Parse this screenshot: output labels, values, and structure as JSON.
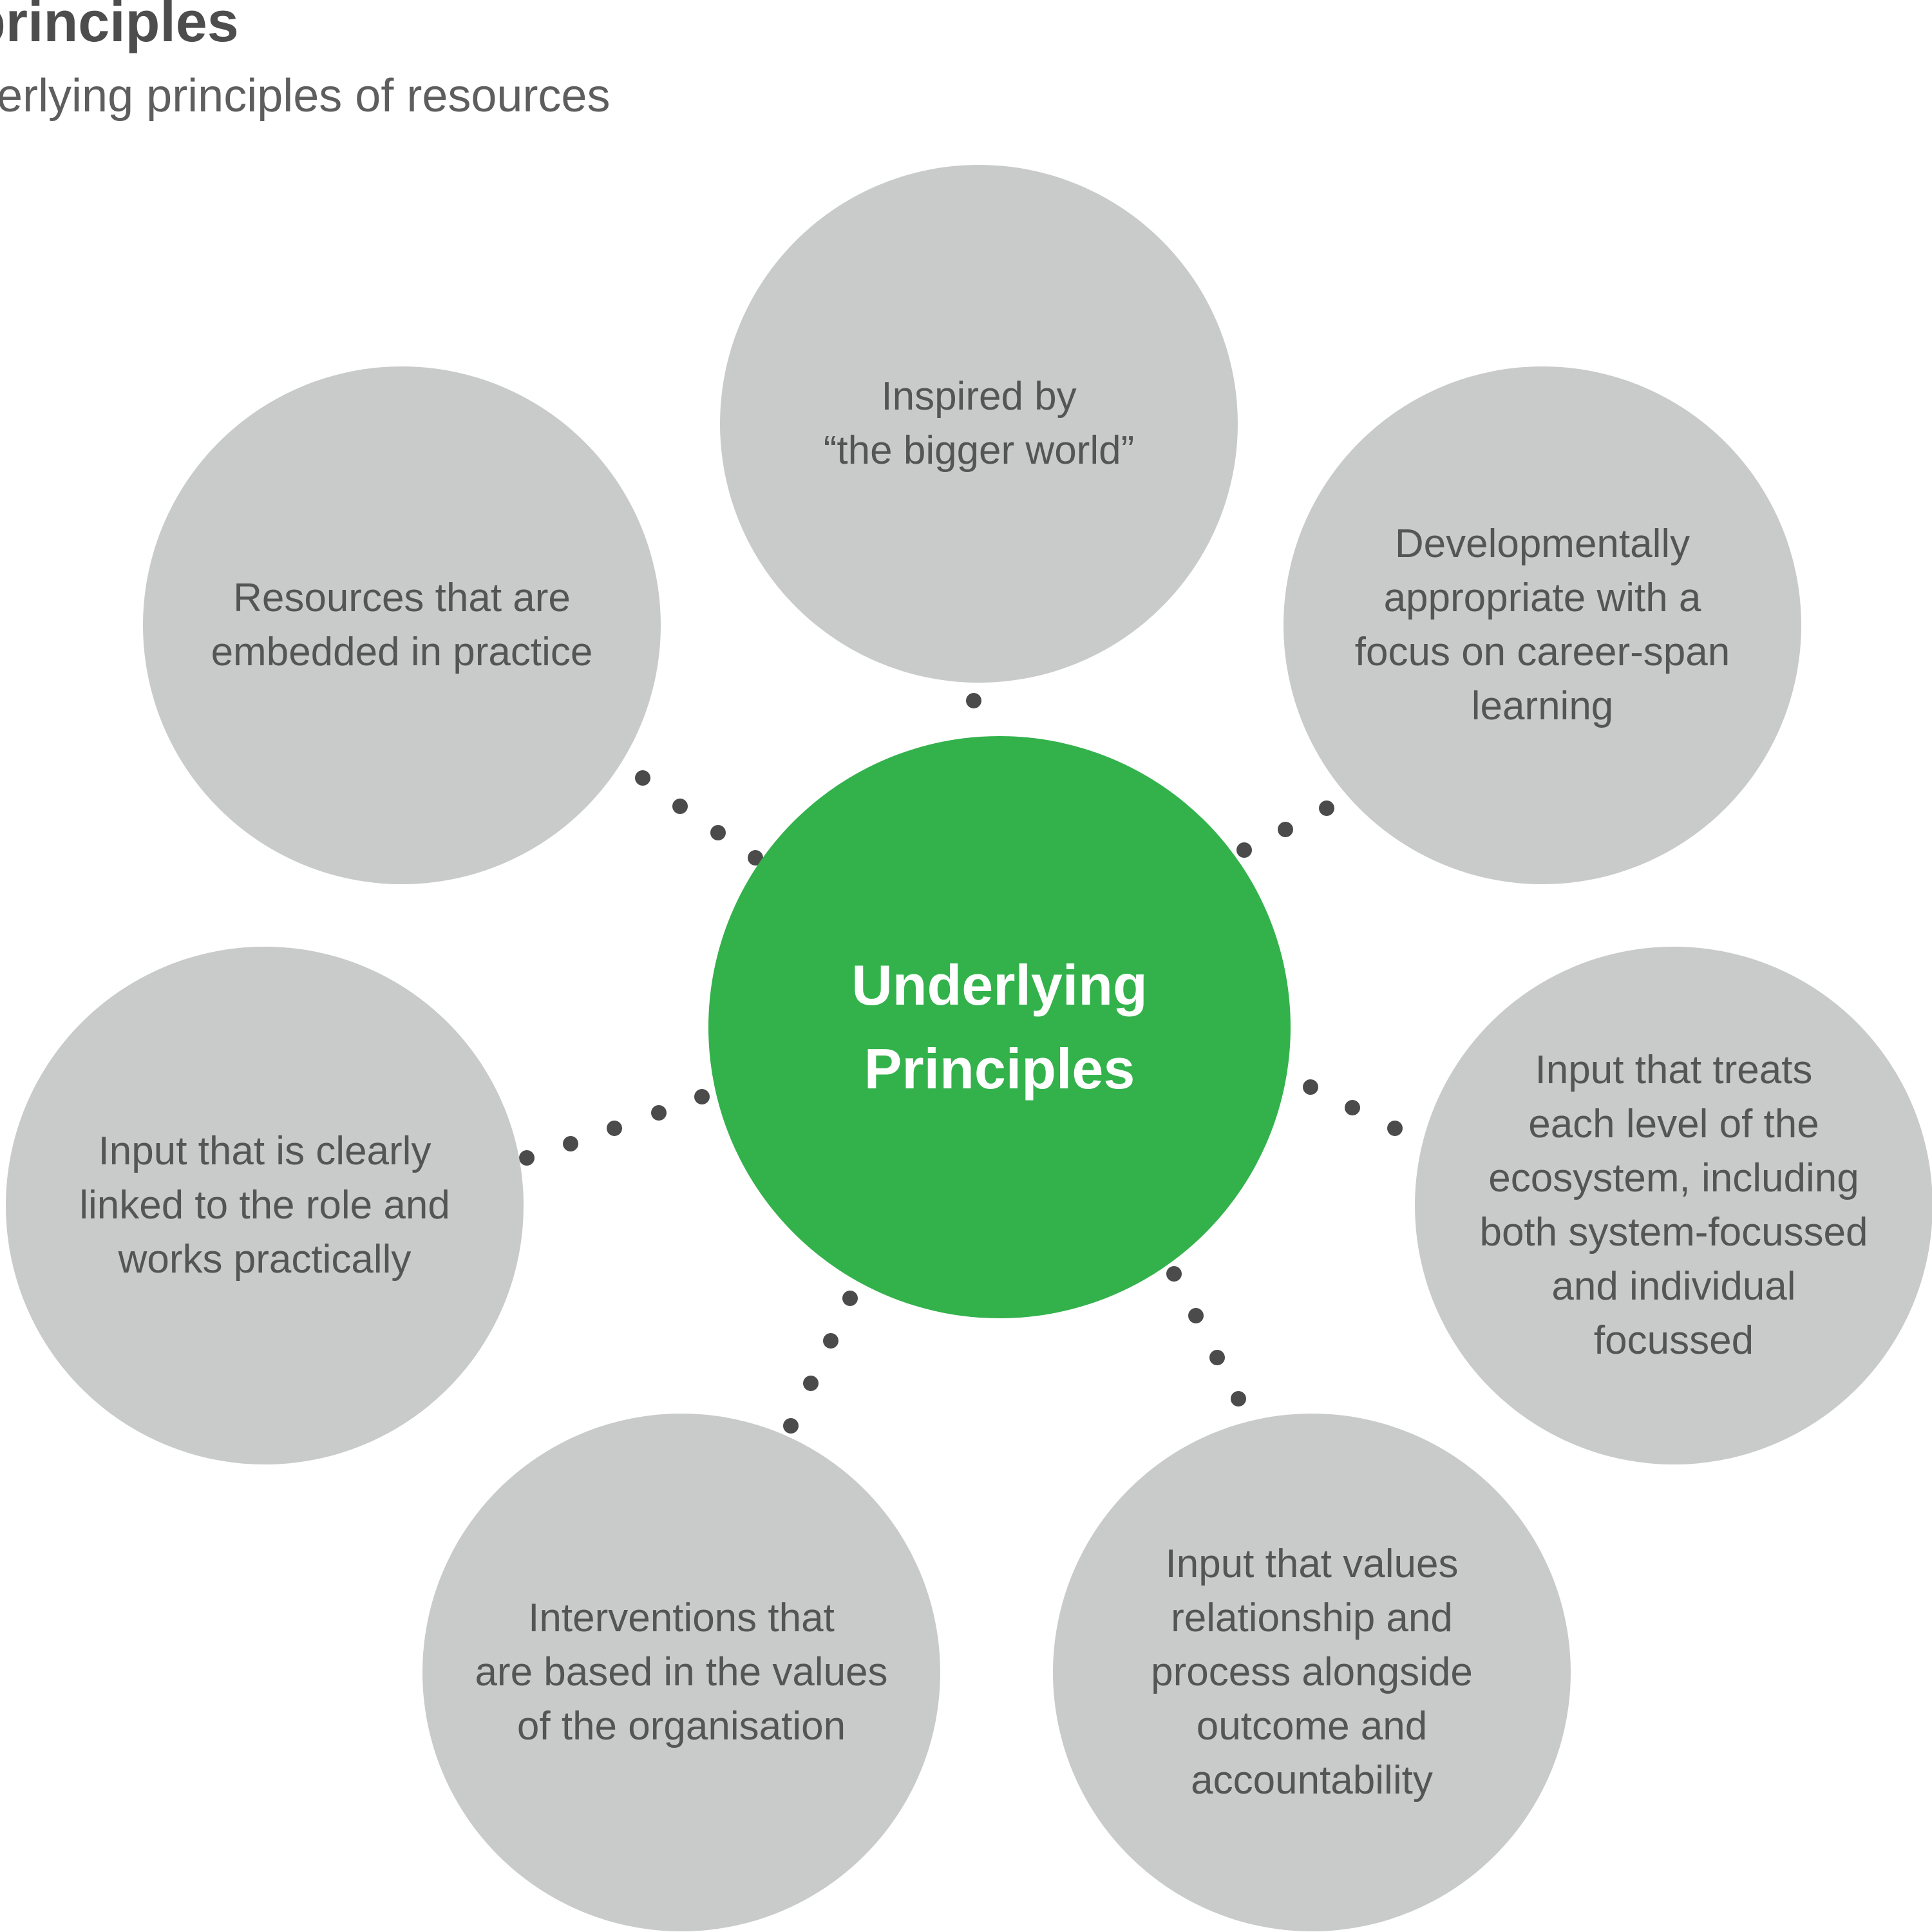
{
  "header": {
    "title": "principles",
    "subtitle": "derlying principles of resources"
  },
  "diagram": {
    "center": {
      "label": "Underlying\nPrinciples",
      "color": "#33b24c"
    },
    "node_color": "#c9cbca",
    "nodes": [
      {
        "label": "Inspired by\n“the bigger world”"
      },
      {
        "label": "Developmentally\nappropriate with a\nfocus on career-span\nlearning"
      },
      {
        "label": "Input that treats\neach level of the\necosystem, including\nboth system-focussed\nand individual\nfocussed"
      },
      {
        "label": "Input that values\nrelationship and\nprocess alongside\noutcome and\naccountability"
      },
      {
        "label": "Interventions that\nare based in the values\nof the organisation"
      },
      {
        "label": "Input that is clearly\nlinked to the role and\nworks practically"
      },
      {
        "label": "Resources that are\nembedded in practice"
      }
    ]
  }
}
